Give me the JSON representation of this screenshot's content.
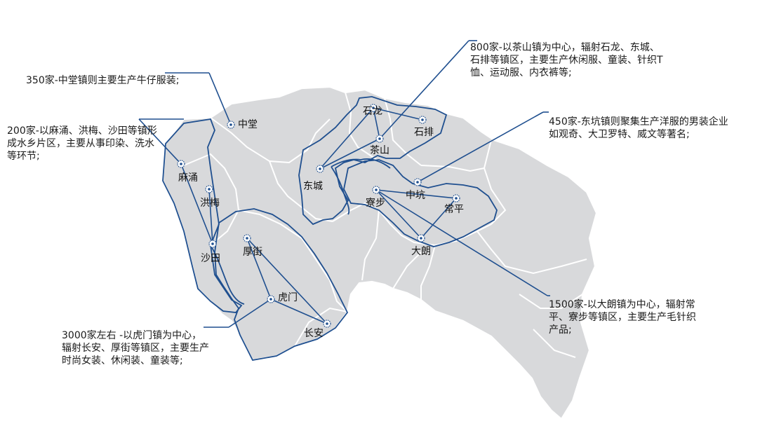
{
  "map": {
    "towns": [
      {
        "id": "zhongtang",
        "name": "中堂"
      },
      {
        "id": "machong",
        "name": "麻涌"
      },
      {
        "id": "hongmei",
        "name": "洪梅"
      },
      {
        "id": "shatian",
        "name": "沙田"
      },
      {
        "id": "houjie",
        "name": "厚街"
      },
      {
        "id": "humen",
        "name": "虎门"
      },
      {
        "id": "changan",
        "name": "长安"
      },
      {
        "id": "shilong",
        "name": "石龙"
      },
      {
        "id": "shipai",
        "name": "石排"
      },
      {
        "id": "chashan",
        "name": "茶山"
      },
      {
        "id": "dongcheng",
        "name": "东城"
      },
      {
        "id": "liaobu",
        "name": "寮步"
      },
      {
        "id": "zhongkeng",
        "name": "中坑"
      },
      {
        "id": "changping",
        "name": "常平"
      },
      {
        "id": "dalang",
        "name": "大朗"
      }
    ],
    "annotations": [
      {
        "id": "zhongtang",
        "text": "350家-中堂镇则主要生产牛仔服装;"
      },
      {
        "id": "machong",
        "text": "200家-以麻涌、洪梅、沙田等镇形\n成水乡片区，主要从事印染、洗水\n等环节;"
      },
      {
        "id": "humen",
        "text": "3000家左右 -以虎门镇为中心，\n辐射长安、厚街等镇区，主要生产\n时尚女装、休闲装、童装等;"
      },
      {
        "id": "chashan",
        "text": "800家-以茶山镇为中心，辐射石龙、东城、\n石排等镇区，主要生产休闲服、童装、针织T\n恤、运动服、内衣裤等;"
      },
      {
        "id": "zhongkeng",
        "text": "450家-东坑镇则聚集生产洋服的男装企业\n如观奇、大卫罗特、威文等著名;"
      },
      {
        "id": "dalang",
        "text": "1500家-以大朗镇为中心，辐射常\n平、寮步等镇区，主要生产毛针织\n产品;"
      }
    ]
  },
  "colors": {
    "land": "#d8d9db",
    "border": "#ffffff",
    "accent": "#1f4f8f"
  }
}
